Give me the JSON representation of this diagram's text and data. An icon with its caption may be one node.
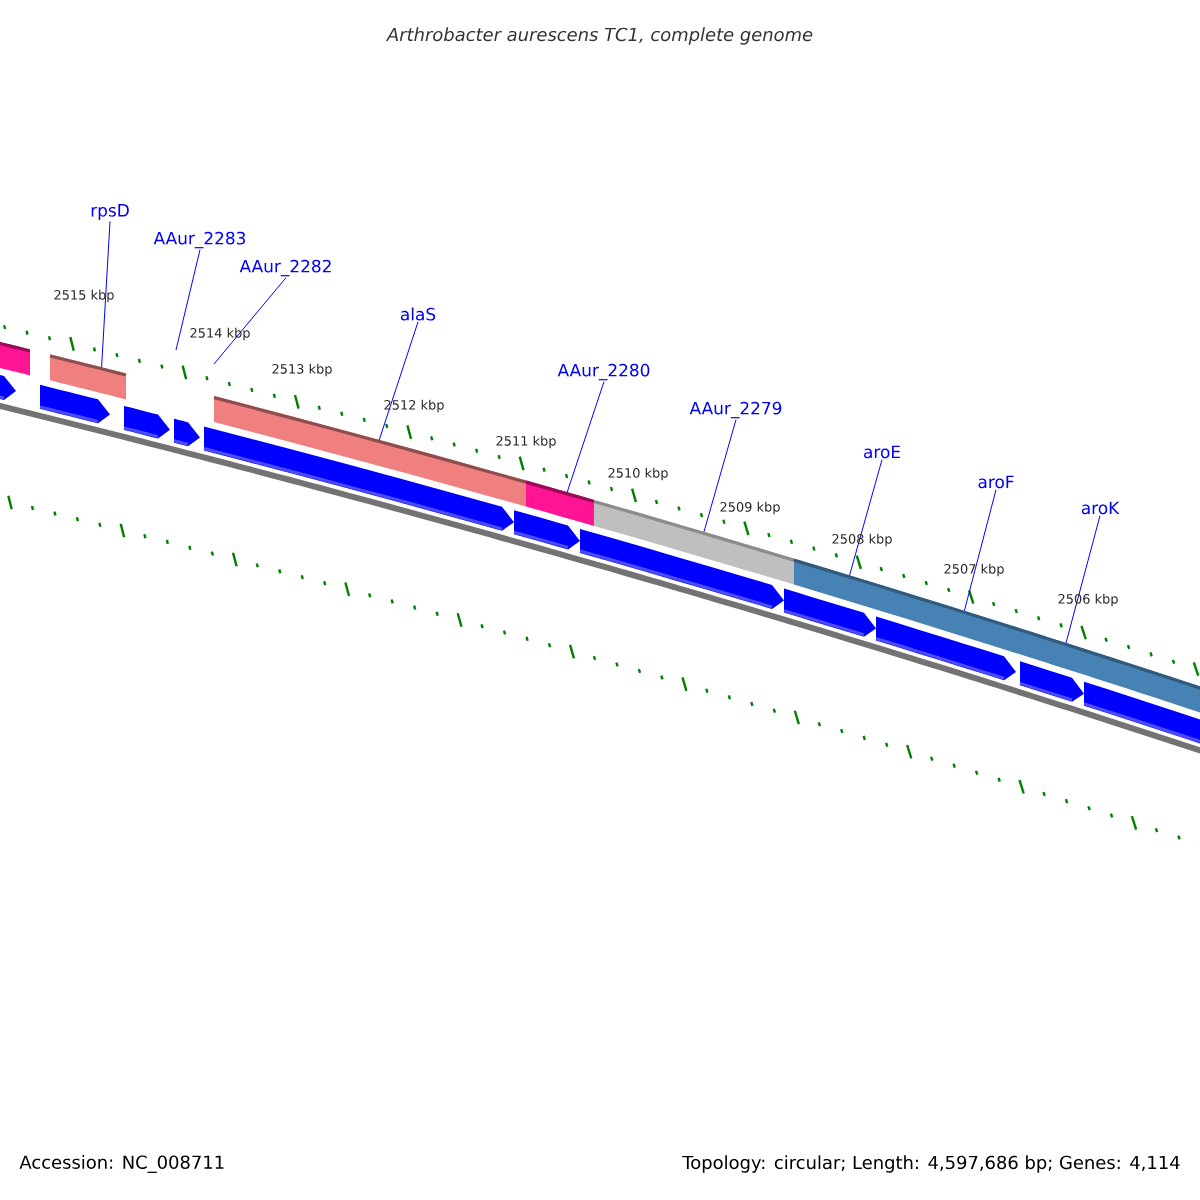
{
  "diagram": {
    "title": "Arthrobacter aurescens TC1, complete genome",
    "nodes": [
      {
        "text": [
          "rpsD"
        ]
      },
      {
        "text": [
          "AAur_2283"
        ]
      },
      {
        "text": [
          "AAur_2282"
        ]
      },
      {
        "text": [
          "alaS"
        ]
      },
      {
        "text": [
          "AAur_2280"
        ]
      },
      {
        "text": [
          "AAur_2279"
        ]
      },
      {
        "text": [
          "aroE"
        ]
      },
      {
        "text": [
          "aroF"
        ]
      },
      {
        "text": [
          "aroK"
        ]
      },
      {
        "text": [],
        "shape": "bar"
      },
      {
        "text": [],
        "shape": "bar"
      },
      {
        "text": [],
        "shape": "bar"
      },
      {
        "text": [],
        "shape": "bar"
      },
      {
        "text": [],
        "shape": "bar"
      },
      {
        "text": [],
        "shape": "bar"
      },
      {
        "text": [],
        "shape": "bar"
      },
      {
        "text": [],
        "shape": "bar"
      },
      {
        "text": [],
        "shape": "box"
      },
      {
        "text": [],
        "shape": "box"
      },
      {
        "text": [],
        "shape": "box"
      },
      {
        "text": [],
        "shape": "box"
      },
      {
        "text": [],
        "shape": "box"
      },
      {
        "text": [],
        "shape": "box"
      },
      {
        "text": [],
        "shape": "box"
      },
      {
        "text": [],
        "shape": "box"
      },
      {
        "text": [],
        "shape": "box"
      },
      {
        "text": [],
        "shape": "box"
      },
      {
        "text": [],
        "shape": "box"
      }
    ],
    "edges": [
      {
        "from": 0,
        "to": 10,
        "arrow": "none"
      },
      {
        "from": 1,
        "to": null,
        "arrow": "none"
      },
      {
        "from": 2,
        "to": null,
        "arrow": "none"
      },
      {
        "from": 3,
        "to": 11,
        "arrow": "none"
      },
      {
        "from": 4,
        "to": 12,
        "arrow": "none"
      },
      {
        "from": 5,
        "to": 13,
        "arrow": "none"
      },
      {
        "from": 6,
        "to": 14,
        "arrow": "none"
      },
      {
        "from": 7,
        "to": 14,
        "arrow": "none"
      },
      {
        "from": 8,
        "to": 15,
        "arrow": "none"
      }
    ],
    "labels": [
      "2515 kbp",
      "2514 kbp",
      "2513 kbp",
      "2512 kbp",
      "2511 kbp",
      "2510 kbp",
      "2509 kbp",
      "2508 kbp",
      "2507 kbp",
      "2506 kbp",
      "Accession: NC_008711",
      "Topology: circular; Length: 4,597,686 bp; Genes: 4,114"
    ]
  }
}
